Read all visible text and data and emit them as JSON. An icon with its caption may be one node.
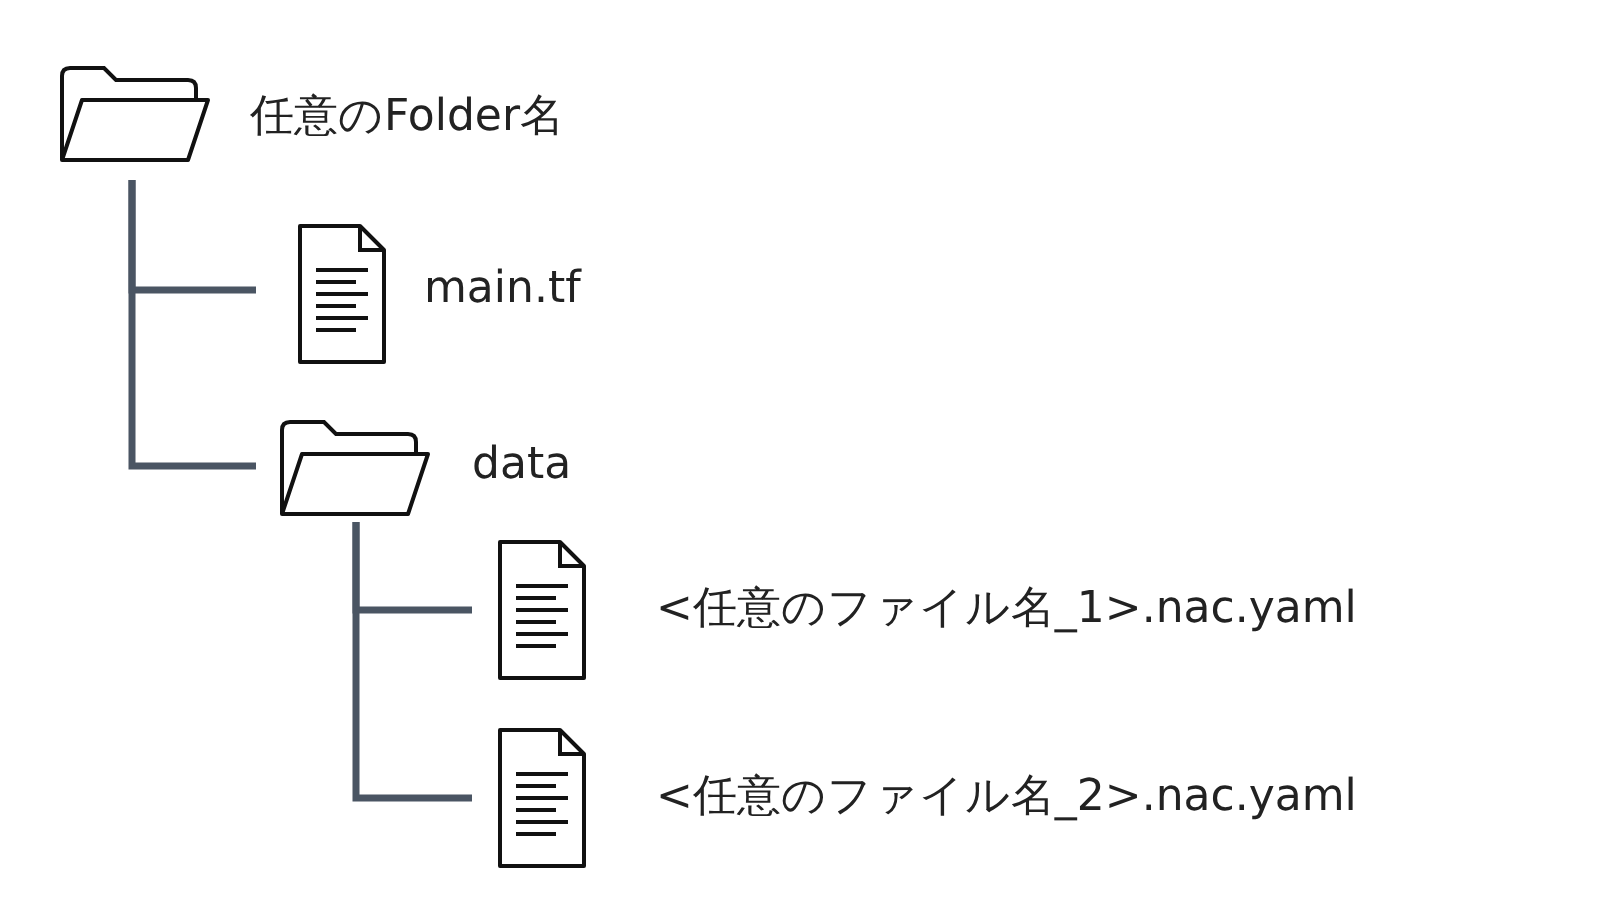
{
  "diagram": {
    "nodes": [
      {
        "text": [
          "任意のFolder名"
        ]
      },
      {
        "text": [
          "main.tf"
        ]
      },
      {
        "text": [
          "data"
        ]
      },
      {
        "text": [
          "<任意のファイル名_1>.nac.yaml"
        ]
      },
      {
        "text": [
          "<任意のファイル名_2>.nac.yaml"
        ]
      }
    ],
    "edges": [
      {
        "from": 0,
        "to": 1,
        "arrow": "none"
      },
      {
        "from": 0,
        "to": 2,
        "arrow": "none"
      },
      {
        "from": 2,
        "to": 3,
        "arrow": "none"
      },
      {
        "from": 2,
        "to": 4,
        "arrow": "none"
      }
    ]
  }
}
